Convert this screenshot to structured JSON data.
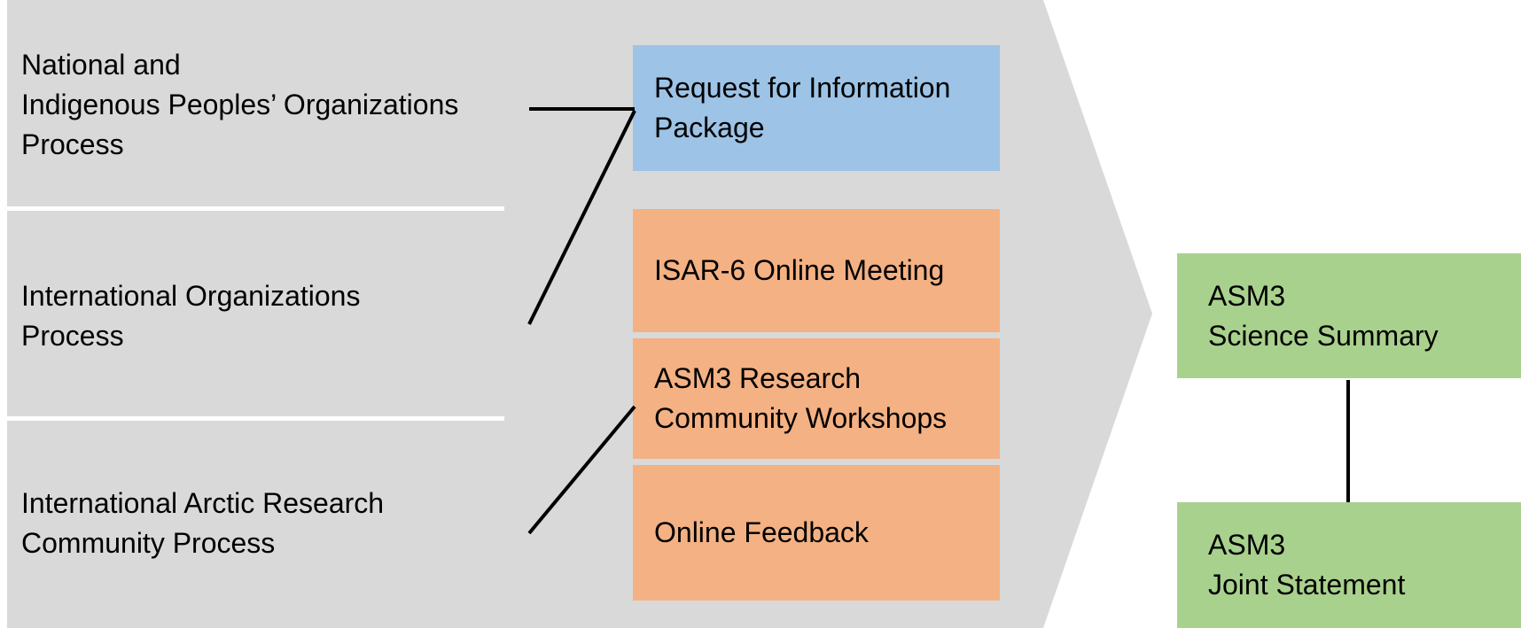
{
  "colors": {
    "chevron_background": "#d9d9d9",
    "separator": "#ffffff",
    "request_box": "#9dc3e6",
    "activity_box": "#f4b183",
    "output_box": "#a9d18e",
    "connector": "#000000"
  },
  "processes": [
    {
      "label": "National and\nIndigenous Peoples’ Organizations\nProcess"
    },
    {
      "label": "International Organizations\nProcess"
    },
    {
      "label": "International  Arctic Research\nCommunity Process"
    }
  ],
  "inputs": [
    {
      "label": "Request for Information\nPackage",
      "type": "request"
    },
    {
      "label": "ISAR-6 Online Meeting",
      "type": "activity"
    },
    {
      "label": "ASM3 Research\nCommunity Workshops",
      "type": "activity"
    },
    {
      "label": "Online Feedback",
      "type": "activity"
    }
  ],
  "outputs": [
    {
      "label": "ASM3\nScience Summary"
    },
    {
      "label": "ASM3\nJoint Statement"
    }
  ]
}
